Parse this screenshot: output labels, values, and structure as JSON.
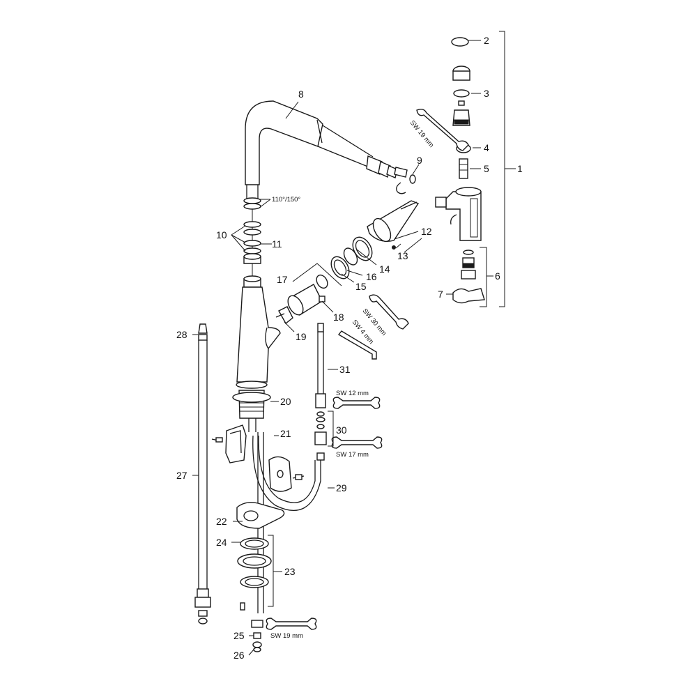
{
  "callouts": {
    "c1": "1",
    "c2": "2",
    "c3": "3",
    "c4": "4",
    "c5": "5",
    "c6": "6",
    "c7": "7",
    "c8": "8",
    "c9": "9",
    "c10": "10",
    "c11": "11",
    "c12": "12",
    "c13": "13",
    "c14": "14",
    "c15": "15",
    "c16": "16",
    "c17": "17",
    "c18": "18",
    "c19": "19",
    "c20": "20",
    "c21": "21",
    "c22": "22",
    "c23": "23",
    "c24": "24",
    "c25": "25",
    "c26": "26",
    "c27": "27",
    "c28": "28",
    "c29": "29",
    "c30": "30",
    "c31": "31"
  },
  "notes": {
    "angle": "110°/150°",
    "sw19_top": "SW 19 mm",
    "sw30": "SW 30 mm",
    "sw4": "SW 4 mm",
    "sw12": "SW 12 mm",
    "sw17": "SW 17 mm",
    "sw19_bottom": "SW 19 mm"
  }
}
